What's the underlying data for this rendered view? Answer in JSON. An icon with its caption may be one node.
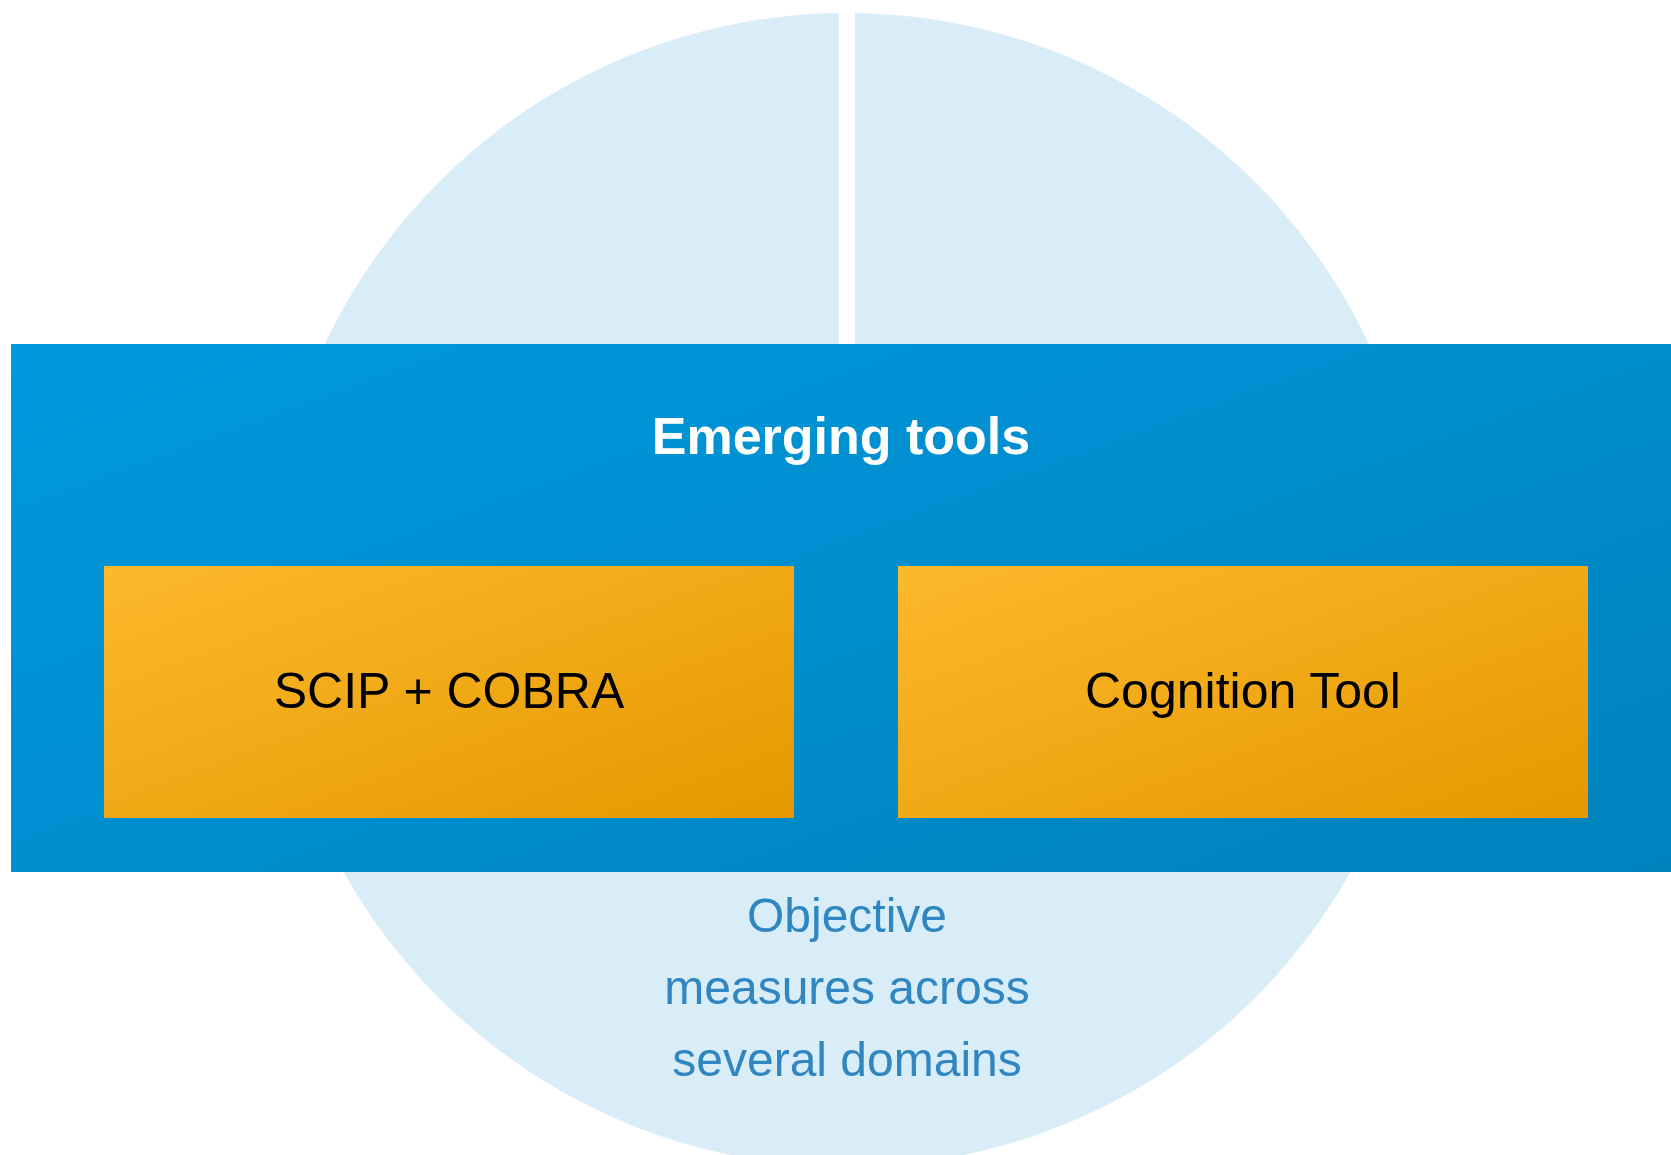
{
  "diagram": {
    "nodes": [
      {
        "text": [],
        "shape": "sector"
      },
      {
        "text": [],
        "shape": "sector"
      },
      {
        "text": [
          "Emerging tools"
        ]
      },
      {
        "text": [
          "SCIP + COBRA"
        ],
        "in": 2
      },
      {
        "text": [
          "Cognition Tool"
        ],
        "in": 2
      },
      {
        "text": [
          "Objective measures across several domains"
        ]
      }
    ],
    "edges": []
  }
}
